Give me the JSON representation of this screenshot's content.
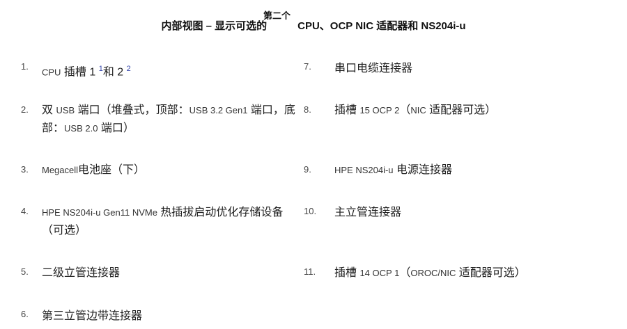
{
  "title": {
    "main_left": "内部视图 – 显示可选的",
    "superscript": "第二个",
    "main_right": "CPU、OCP NIC 适配器和 NS204i-u"
  },
  "items": [
    {
      "num": "1.",
      "parts": [
        "CPU",
        " 插槽 1 ",
        "1",
        "和 2 ",
        "2"
      ]
    },
    {
      "num": "2.",
      "line1": [
        "双 ",
        "USB",
        " 端口（堆叠式，顶部：",
        "USB 3.2 Gen1",
        " 端口，底"
      ],
      "line2": [
        "部：",
        "USB 2.0",
        " 端口）"
      ]
    },
    {
      "num": "3.",
      "parts": [
        "Megacell",
        "电池座（下）"
      ]
    },
    {
      "num": "4.",
      "line1": [
        "HPE NS204i-u Gen11 NVMe",
        " 热插拔启动优化存储设备"
      ],
      "line2": [
        "（可选）"
      ]
    },
    {
      "num": "5.",
      "text": "二级立管连接器"
    },
    {
      "num": "6.",
      "text": "第三立管边带连接器"
    },
    {
      "num": "7.",
      "text": "串口电缆连接器"
    },
    {
      "num": "8.",
      "parts": [
        "插槽 ",
        "15 OCP 2",
        "（",
        "NIC",
        " 适配器可选）"
      ]
    },
    {
      "num": "9.",
      "parts": [
        "HPE NS204i-u",
        " 电源连接器"
      ]
    },
    {
      "num": "10.",
      "text": "主立管连接器"
    },
    {
      "num": "11.",
      "parts": [
        "插槽 ",
        "14 OCP 1",
        "（",
        "OROC/NIC",
        " 适配器可选）"
      ]
    }
  ]
}
